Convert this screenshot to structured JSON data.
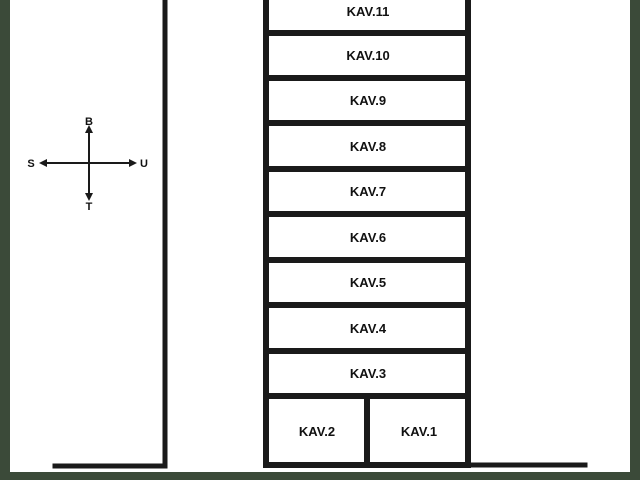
{
  "colors": {
    "frame": "#3b4a39",
    "background": "#ffffff",
    "walls": "#1a1a1a",
    "text": "#111111"
  },
  "compass": {
    "north": "B",
    "west": "S",
    "east": "U",
    "south": "T"
  },
  "lots": [
    {
      "id": "kav-11",
      "label": "KAV.11"
    },
    {
      "id": "kav-10",
      "label": "KAV.10"
    },
    {
      "id": "kav-9",
      "label": "KAV.9"
    },
    {
      "id": "kav-8",
      "label": "KAV.8"
    },
    {
      "id": "kav-7",
      "label": "KAV.7"
    },
    {
      "id": "kav-6",
      "label": "KAV.6"
    },
    {
      "id": "kav-5",
      "label": "KAV.5"
    },
    {
      "id": "kav-4",
      "label": "KAV.4"
    },
    {
      "id": "kav-3",
      "label": "KAV.3"
    },
    {
      "id": "kav-2",
      "label": "KAV.2"
    },
    {
      "id": "kav-1",
      "label": "KAV.1"
    }
  ]
}
